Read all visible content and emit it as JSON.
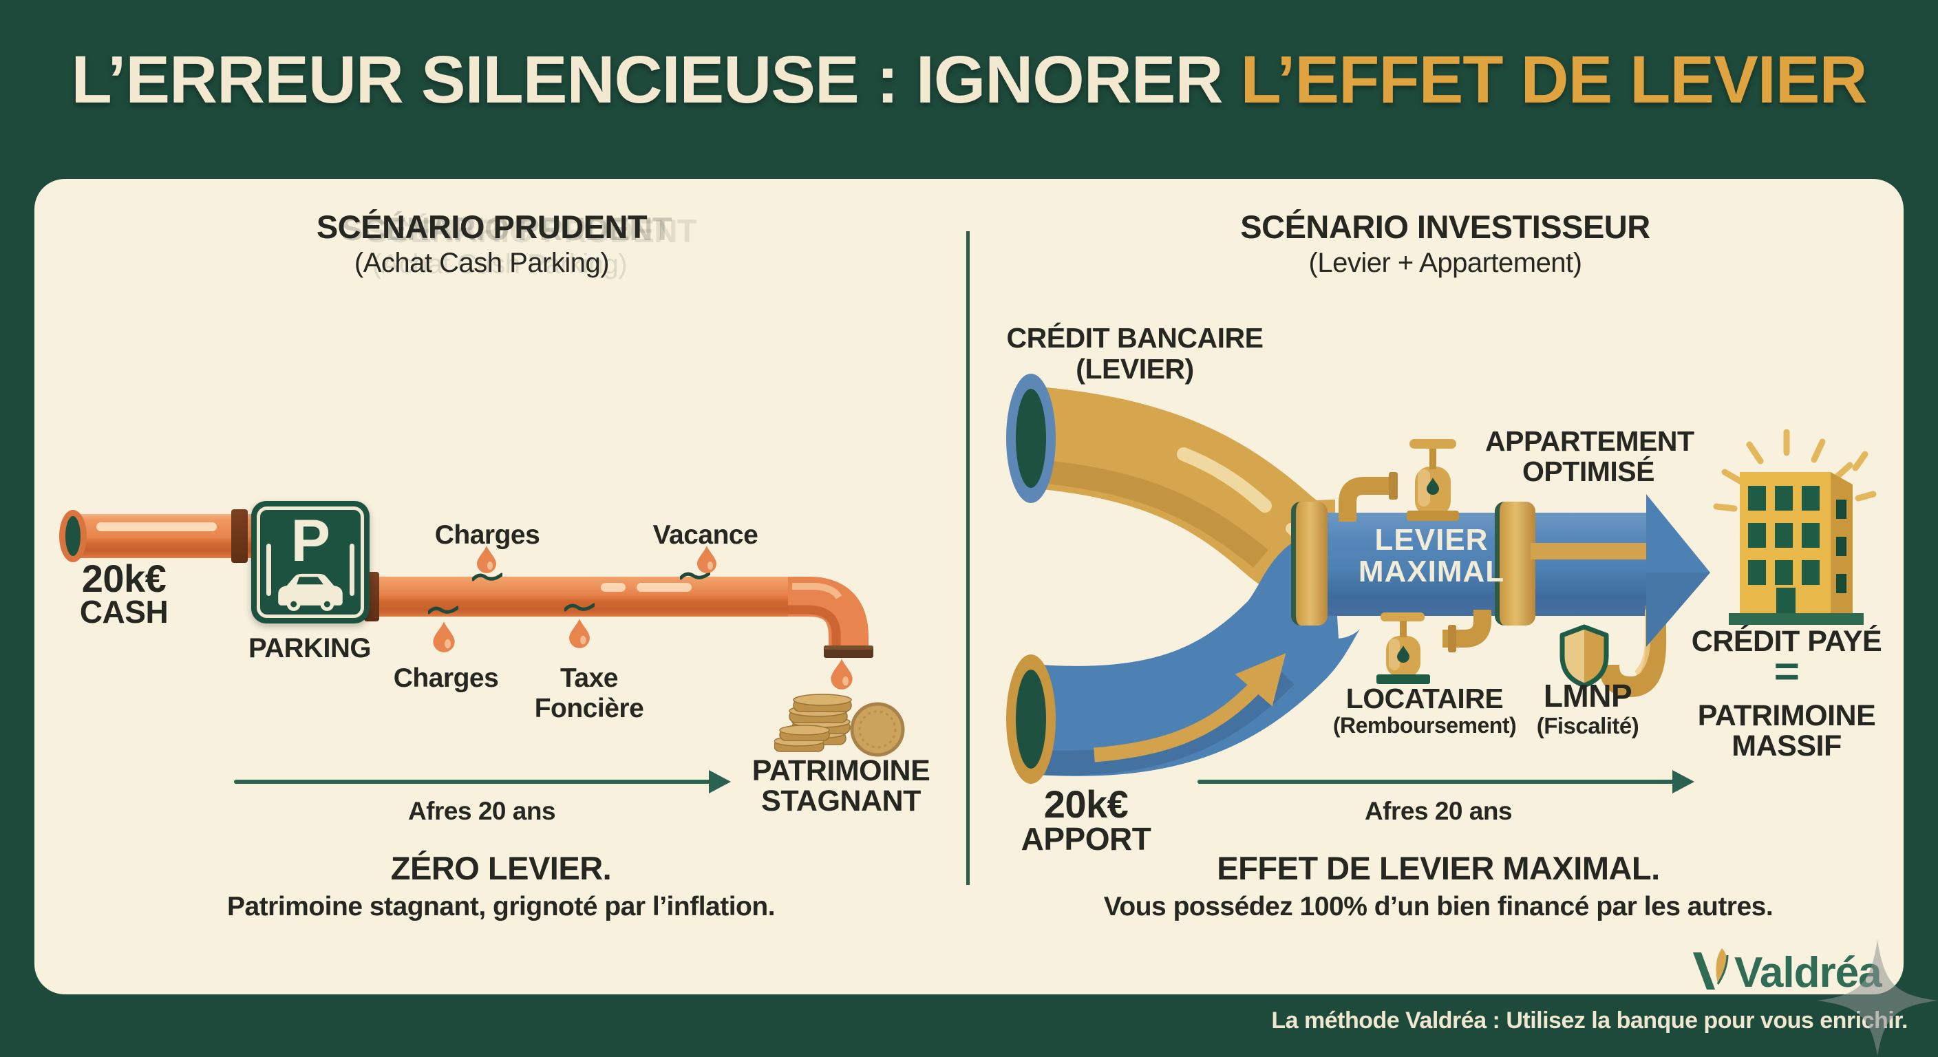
{
  "title": {
    "normal": "L’ERREUR SILENCIEUSE : IGNORER ",
    "highlight": "L’EFFET DE LEVIER"
  },
  "left": {
    "heading": "SCÉNARIO PRUDENT",
    "subheading": "(Achat Cash Parking)",
    "cash_value": "20k€",
    "cash_label": "CASH",
    "parking_letter": "P",
    "parking_label": "PARKING",
    "leak_top_1": "Charges",
    "leak_top_2": "Vacance",
    "leak_bottom_1": "Charges",
    "leak_bottom_2_line1": "Taxe",
    "leak_bottom_2_line2": "Foncière",
    "result_line1": "PATRIMOINE",
    "result_line2": "STAGNANT",
    "timeline": "Afres 20 ans",
    "verdict_title": "ZÉRO LEVIER.",
    "verdict_text": "Patrimoine stagnant, grignoté par l’inflation."
  },
  "right": {
    "heading": "SCÉNARIO INVESTISSEUR",
    "subheading": "(Levier + Appartement)",
    "credit_line1": "CRÉDIT BANCAIRE",
    "credit_line2": "(LEVIER)",
    "apport_value": "20k€",
    "apport_label": "APPORT",
    "pipe_line1": "LEVIER",
    "pipe_line2": "MAXIMAL",
    "apartment_line1": "APPARTEMENT",
    "apartment_line2": "OPTIMISÉ",
    "locataire": "LOCATAIRE",
    "locataire_sub": "(Remboursement)",
    "lmnp": "LMNP",
    "lmnp_sub": "(Fiscalité)",
    "credit_paye": "CRÉDIT PAYÉ",
    "equals": "=",
    "patrimoine_line1": "PATRIMOINE",
    "patrimoine_line2": "MASSIF",
    "timeline": "Afres 20 ans",
    "verdict_title": "EFFET DE LEVIER MAXIMAL.",
    "verdict_text": "Vous possédez 100% d’un bien financé par les autres."
  },
  "footer": {
    "brand": "Valdréa",
    "tagline": "La méthode Valdréa : Utilisez la banque pour vous enrichir."
  },
  "colors": {
    "background": "#1E4A3B",
    "panel": "#F8F1DE",
    "title_cream": "#F2E9D0",
    "title_gold": "#DFA33F",
    "pipe_orange": "#E8854E",
    "pipe_gold": "#D6A64E",
    "pipe_blue": "#4E81B3",
    "green_dark": "#1F5140",
    "arrow_green": "#2B6150"
  }
}
